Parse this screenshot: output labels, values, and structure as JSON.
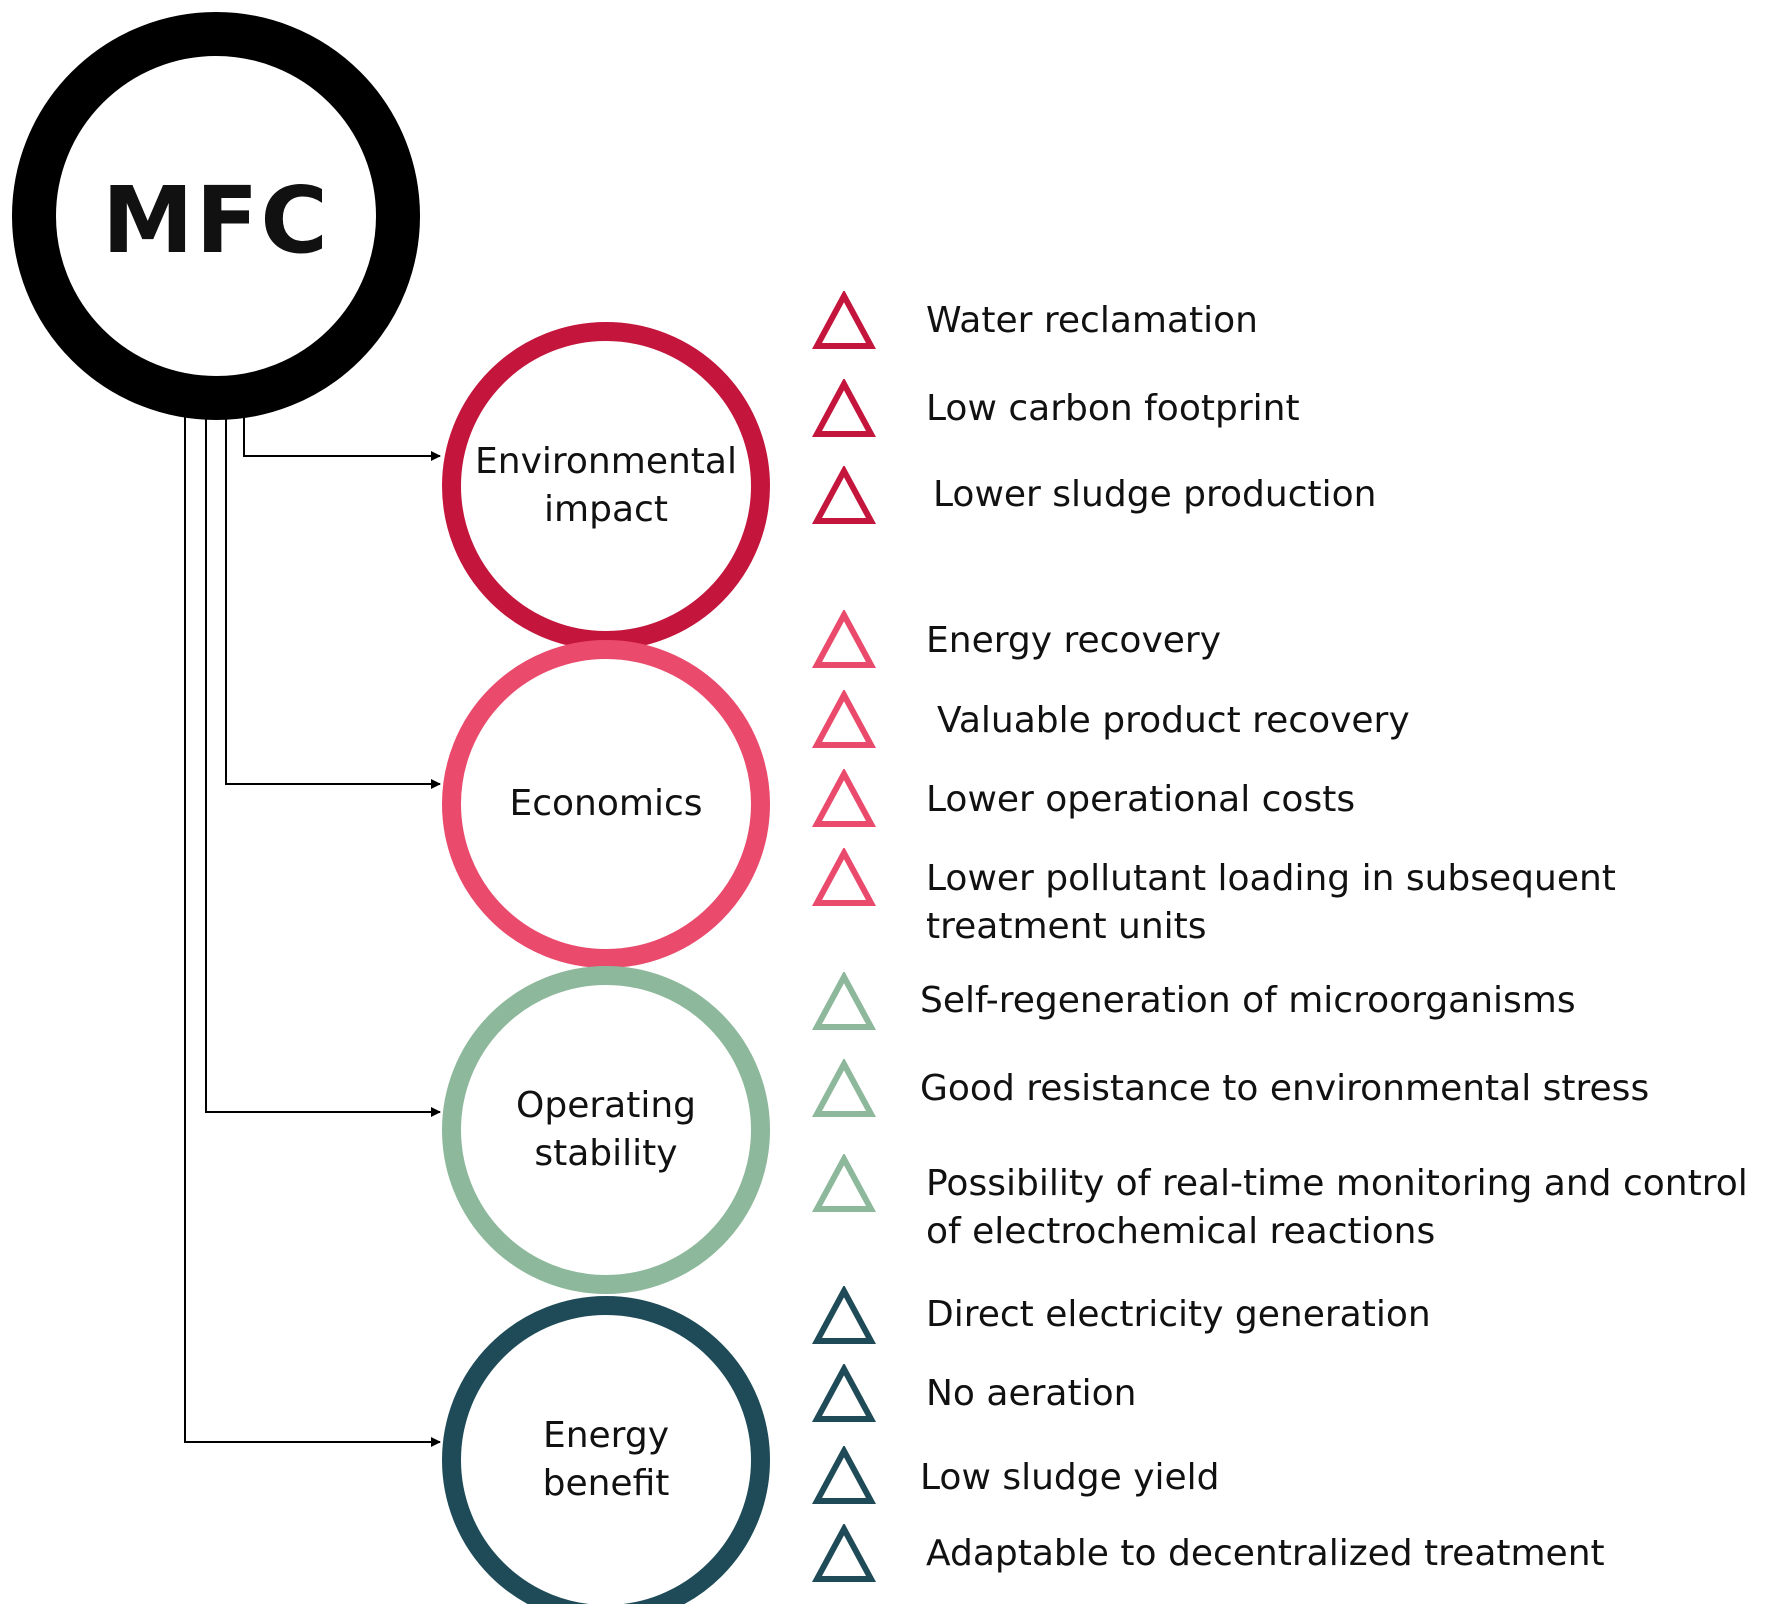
{
  "hub": {
    "label": "MFC"
  },
  "categories": [
    {
      "label": "Environmental\nimpact",
      "color": "#c4163d",
      "benefits": [
        "Water reclamation",
        "Low carbon footprint",
        "Lower sludge production"
      ]
    },
    {
      "label": "Economics",
      "color": "#ea4a6c",
      "benefits": [
        "Energy recovery",
        "Valuable product recovery",
        "Lower operational costs",
        "Lower pollutant loading in subsequent\ntreatment units"
      ]
    },
    {
      "label": "Operating\nstability",
      "color": "#8db89b",
      "benefits": [
        "Self-regeneration of microorganisms",
        "Good resistance to environmental stress",
        "Possibility of real-time monitoring and control\nof electrochemical reactions"
      ]
    },
    {
      "label": "Energy\nbenefit",
      "color": "#1e4b57",
      "benefits": [
        "Direct electricity generation",
        "No aeration",
        "Low sludge yield",
        "Adaptable to decentralized treatment"
      ]
    }
  ],
  "icons": {
    "benefit": "triangle-outline-icon",
    "connector": "arrow-right-icon"
  }
}
